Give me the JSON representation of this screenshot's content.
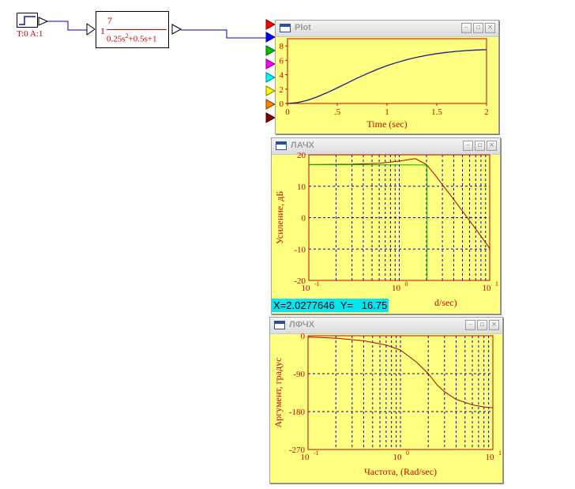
{
  "step_block": {
    "label": "T:0 A:1"
  },
  "tf_block": {
    "gain": "1",
    "numerator": "7",
    "den_a": "0.25s",
    "den_sup": "2",
    "den_b": "+0.5s+1"
  },
  "plot_window": {
    "title": "Plot",
    "xlabel": "Time (sec)",
    "x_ticks": [
      "0",
      ".5",
      "1",
      "1.5",
      "2"
    ],
    "y_ticks": [
      "0",
      "2",
      "4",
      "6",
      "8"
    ],
    "xlim": [
      0,
      2
    ],
    "ylim": [
      0,
      9
    ]
  },
  "lachx_window": {
    "title": "ЛАЧХ",
    "ylabel": "Усиление, дБ",
    "xlabel_visible": "d/sec)",
    "y_ticks": [
      "20",
      "10",
      "0",
      "-10",
      "-20"
    ],
    "x_ticks": [
      "10",
      "10",
      "10"
    ],
    "x_exp": [
      "-1",
      "0",
      "1"
    ],
    "readout": "X=2.0277646  Y=   16.75"
  },
  "lfchx_window": {
    "title": "ЛФЧХ",
    "ylabel": "Аргумент, градус",
    "xlabel": "Частота, (Rad/sec)",
    "y_ticks": [
      "0",
      "-90",
      "-180",
      "-270"
    ],
    "x_ticks": [
      "10",
      "10",
      "10"
    ],
    "x_exp": [
      "-1",
      "0",
      "1"
    ]
  },
  "colors": {
    "trace": "#1a1a8c",
    "red_curve": "#b00000",
    "green_line": "#00b000",
    "grid": "#0000cc",
    "axis_text": "#cc0000"
  },
  "chart_data": [
    {
      "type": "line",
      "title": "",
      "xlabel": "Time (sec)",
      "ylabel": "",
      "xlim": [
        0,
        2
      ],
      "ylim": [
        0,
        9
      ],
      "series": [
        {
          "x": [
            0,
            0.1,
            0.2,
            0.3,
            0.4,
            0.5,
            0.6,
            0.7,
            0.8,
            0.9,
            1.0,
            1.1,
            1.2,
            1.3,
            1.4,
            1.5,
            1.6,
            1.7,
            1.8,
            1.9,
            2.0
          ],
          "values": [
            0,
            0.12,
            0.44,
            0.93,
            1.52,
            2.17,
            2.85,
            3.52,
            4.15,
            4.73,
            5.25,
            5.7,
            6.09,
            6.42,
            6.7,
            6.92,
            7.1,
            7.24,
            7.35,
            7.43,
            7.48
          ]
        }
      ]
    },
    {
      "type": "line",
      "ylabel": "Усиление, дБ",
      "xscale": "log",
      "xlim": [
        0.1,
        10
      ],
      "ylim": [
        -20,
        20
      ],
      "series": [
        {
          "x": [
            0.1,
            0.3,
            0.6,
            1.0,
            1.5,
            2.0,
            2.5,
            3,
            4,
            5,
            6,
            8,
            10
          ],
          "values": [
            16.9,
            17.0,
            17.3,
            18.0,
            18.8,
            16.9,
            13.5,
            10.5,
            5.8,
            2.1,
            -1.0,
            -5.9,
            -9.8
          ]
        },
        {
          "x": [
            0.1,
            2.0277646
          ],
          "values": [
            16.9,
            16.75
          ]
        }
      ]
    },
    {
      "type": "line",
      "ylabel": "Аргумент, градус",
      "xlabel": "Частота, (Rad/sec)",
      "xscale": "log",
      "xlim": [
        0.1,
        10
      ],
      "ylim": [
        -270,
        0
      ],
      "series": [
        {
          "x": [
            0.1,
            0.2,
            0.4,
            0.7,
            1.0,
            1.5,
            2.0,
            2.5,
            3,
            4,
            6,
            8,
            10
          ],
          "values": [
            -2.9,
            -5.8,
            -12,
            -22,
            -34,
            -63,
            -90,
            -117,
            -133,
            -151,
            -164,
            -169,
            -171
          ]
        }
      ]
    }
  ]
}
